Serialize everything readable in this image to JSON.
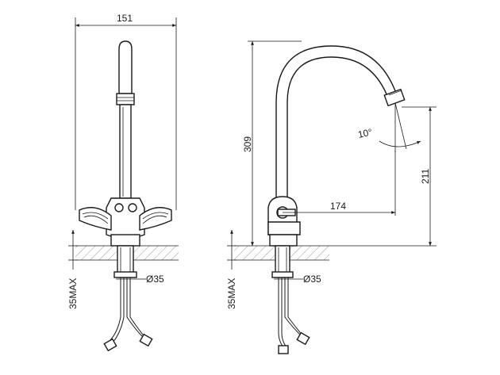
{
  "front_view": {
    "width_dim": "151",
    "hole_dim": "Ø35",
    "mount_dim": "35MAX"
  },
  "side_view": {
    "height_dim": "309",
    "reach_dim": "174",
    "spout_height_dim": "211",
    "angle_dim": "10°",
    "hole_dim": "Ø35",
    "mount_dim": "35MAX"
  },
  "icons": [
    "faucet-front-view",
    "faucet-side-view",
    "flexible-hose",
    "countertop-hatch"
  ]
}
